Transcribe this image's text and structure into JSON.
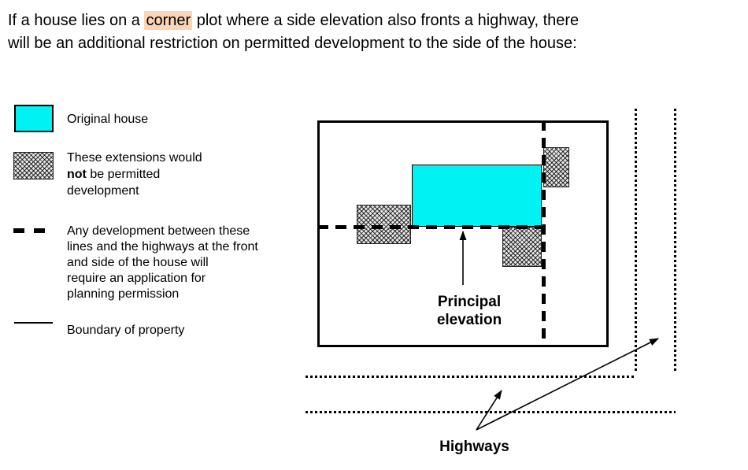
{
  "intro": {
    "line1_pre": "If a house lies on a ",
    "line1_highlight": "corner",
    "line1_post": " plot where a side elevation also fronts a highway, there",
    "line2": "will be an additional restriction on permitted development to the side of the house:"
  },
  "legend": {
    "original_house": {
      "label": "Original house",
      "swatch": "cyan-filled-rectangle"
    },
    "extensions": {
      "line1": "These extensions would",
      "line2_bold": "not",
      "line2_rest": " be permitted",
      "line3": "development",
      "swatch": "crosshatched-rectangle"
    },
    "dashed_rule": {
      "lines": [
        "Any development between these",
        "lines and the highways at the front",
        "and side of the house will",
        "require an application for",
        "planning permission"
      ],
      "swatch": "thick-dashed-line"
    },
    "boundary": {
      "label": "Boundary of property",
      "swatch": "solid-line"
    }
  },
  "diagram": {
    "principal_line1": "Principal",
    "principal_line2": "elevation",
    "highways_label": "Highways"
  },
  "colors": {
    "house_fill": "#00f2f2",
    "highlight": "#fbd5b5",
    "line": "#000000"
  }
}
